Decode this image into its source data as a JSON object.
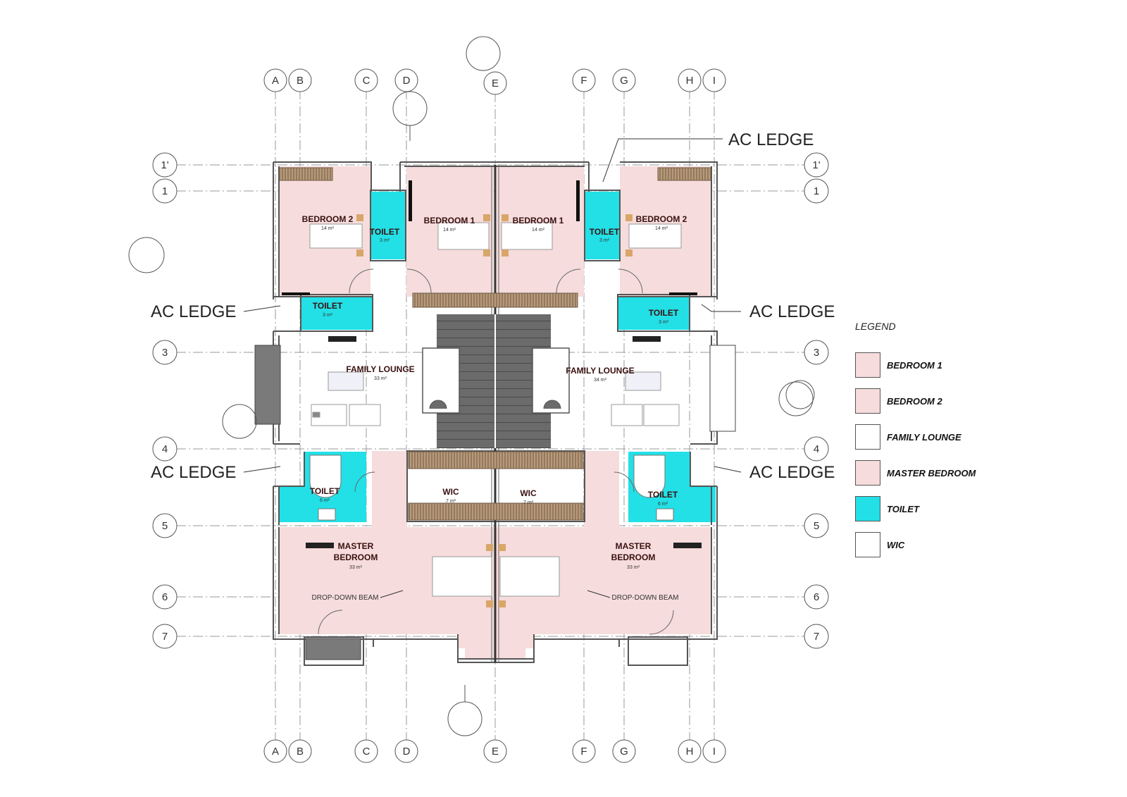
{
  "grid": {
    "columns": [
      "A",
      "B",
      "C",
      "D",
      "E",
      "F",
      "G",
      "H",
      "I"
    ],
    "rows": [
      "1'",
      "1",
      "3",
      "4",
      "5",
      "6",
      "7"
    ]
  },
  "rooms": {
    "bedroom2_left": {
      "name": "BEDROOM 2",
      "area": "14 m²"
    },
    "toilet_top_left": {
      "name": "TOILET",
      "area": "3 m²"
    },
    "bedroom1_left": {
      "name": "BEDROOM 1",
      "area": "14 m²"
    },
    "bedroom1_right": {
      "name": "BEDROOM 1",
      "area": "14 m²"
    },
    "toilet_top_right": {
      "name": "TOILET",
      "area": "3 m²"
    },
    "bedroom2_right": {
      "name": "BEDROOM 2",
      "area": "14 m²"
    },
    "toilet_mid_left": {
      "name": "TOILET",
      "area": "3 m²"
    },
    "toilet_mid_right": {
      "name": "TOILET",
      "area": "3 m²"
    },
    "lounge_left": {
      "name": "FAMILY LOUNGE",
      "area": "33 m²"
    },
    "lounge_right": {
      "name": "FAMILY LOUNGE",
      "area": "34 m²"
    },
    "toilet_low_left": {
      "name": "TOILET",
      "area": "6 m²"
    },
    "wic_left": {
      "name": "WIC",
      "area": "7 m²"
    },
    "wic_right": {
      "name": "WIC",
      "area": "7 m²"
    },
    "toilet_low_right": {
      "name": "TOILET",
      "area": "6 m²"
    },
    "master_left": {
      "line1": "MASTER",
      "line2": "BEDROOM",
      "area": "33 m²"
    },
    "master_right": {
      "line1": "MASTER",
      "line2": "BEDROOM",
      "area": "33 m²"
    }
  },
  "annotations": {
    "ac_ledge": "AC LEDGE",
    "drop_beam": "DROP-DOWN BEAM"
  },
  "legend": {
    "title": "LEGEND",
    "items": [
      {
        "label": "BEDROOM 1",
        "color": "#f6dcdc"
      },
      {
        "label": "BEDROOM 2",
        "color": "#f6dcdc"
      },
      {
        "label": "FAMILY LOUNGE",
        "color": "#ffffff"
      },
      {
        "label": "MASTER BEDROOM",
        "color": "#f6dcdc"
      },
      {
        "label": "TOILET",
        "color": "#22e0e6"
      },
      {
        "label": "WIC",
        "color": "#ffffff"
      }
    ]
  },
  "colors": {
    "bedroom": "#f6dcdc",
    "toilet": "#22e0e6",
    "stair": "#6b6b6b",
    "wall": "#555555",
    "wardrobe": "#a88a6a"
  }
}
